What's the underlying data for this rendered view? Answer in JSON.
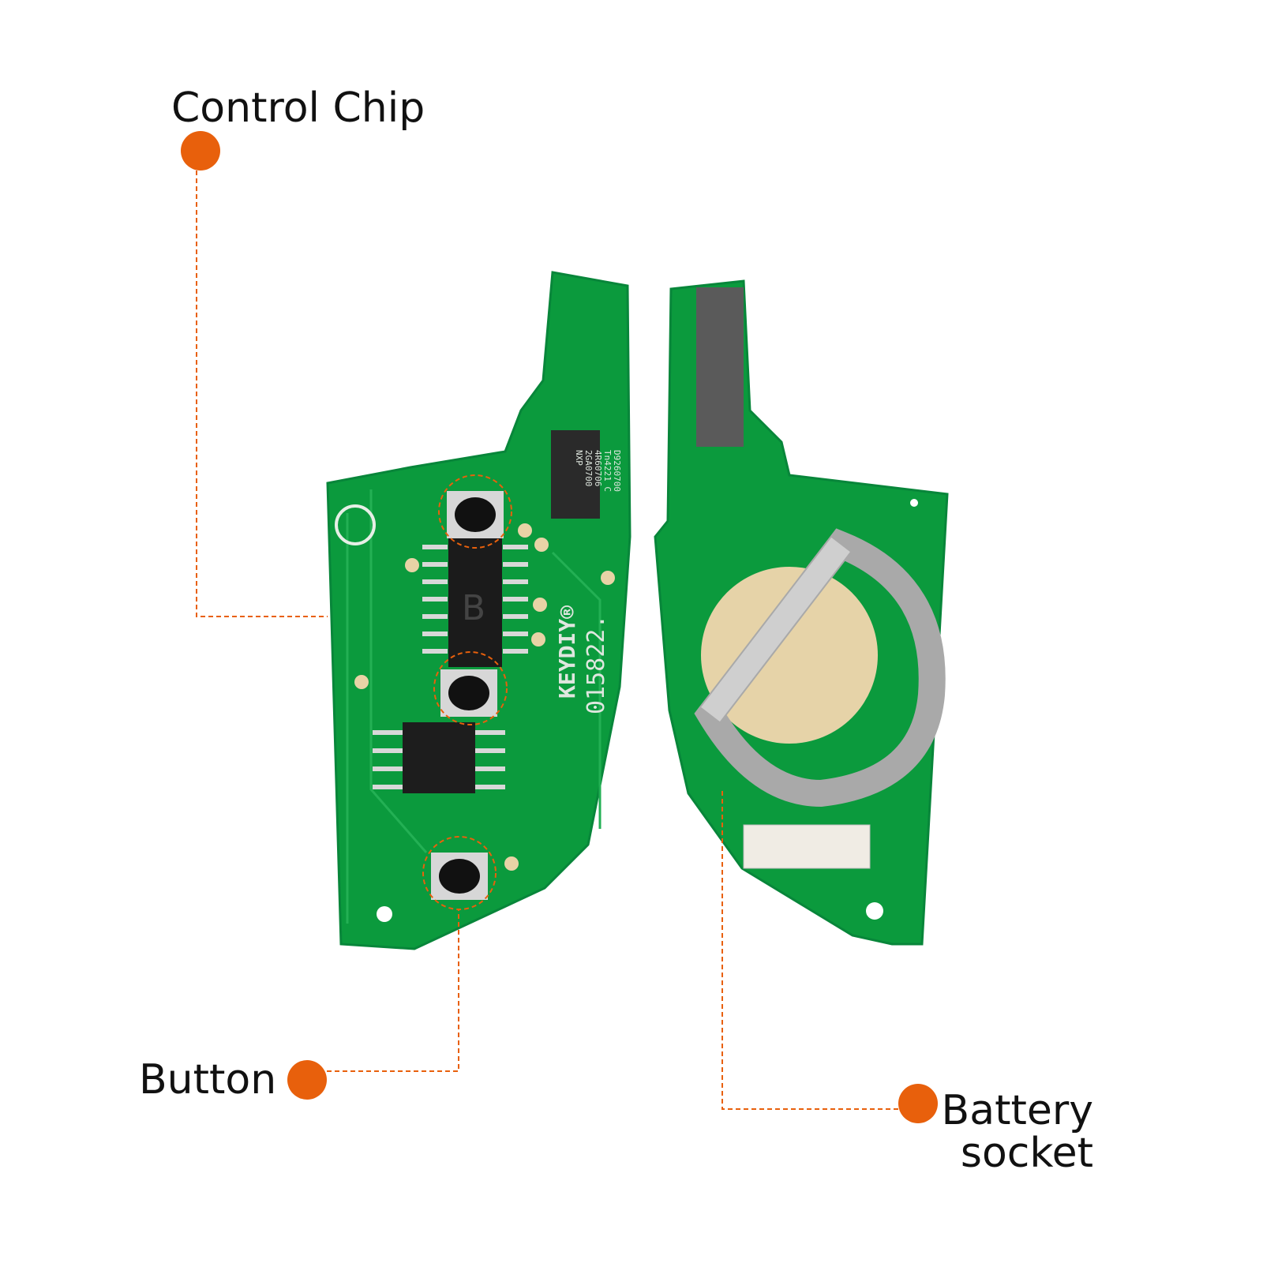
{
  "annotations": {
    "control_chip": "Control Chip",
    "button": "Button",
    "battery_line1": "Battery",
    "battery_line2": "socket"
  },
  "pcb_silkscreen": {
    "brand": "KEYDIY®",
    "serial": "015822.",
    "chip_letter": "B",
    "nxp_chip_lines": [
      "NXP",
      "2GA0700",
      "4R60706",
      "Tn4221 C",
      "D9260700"
    ]
  },
  "colors": {
    "accent": "#e8600c",
    "pcb_green": "#0a9a3c",
    "text": "#111111"
  }
}
